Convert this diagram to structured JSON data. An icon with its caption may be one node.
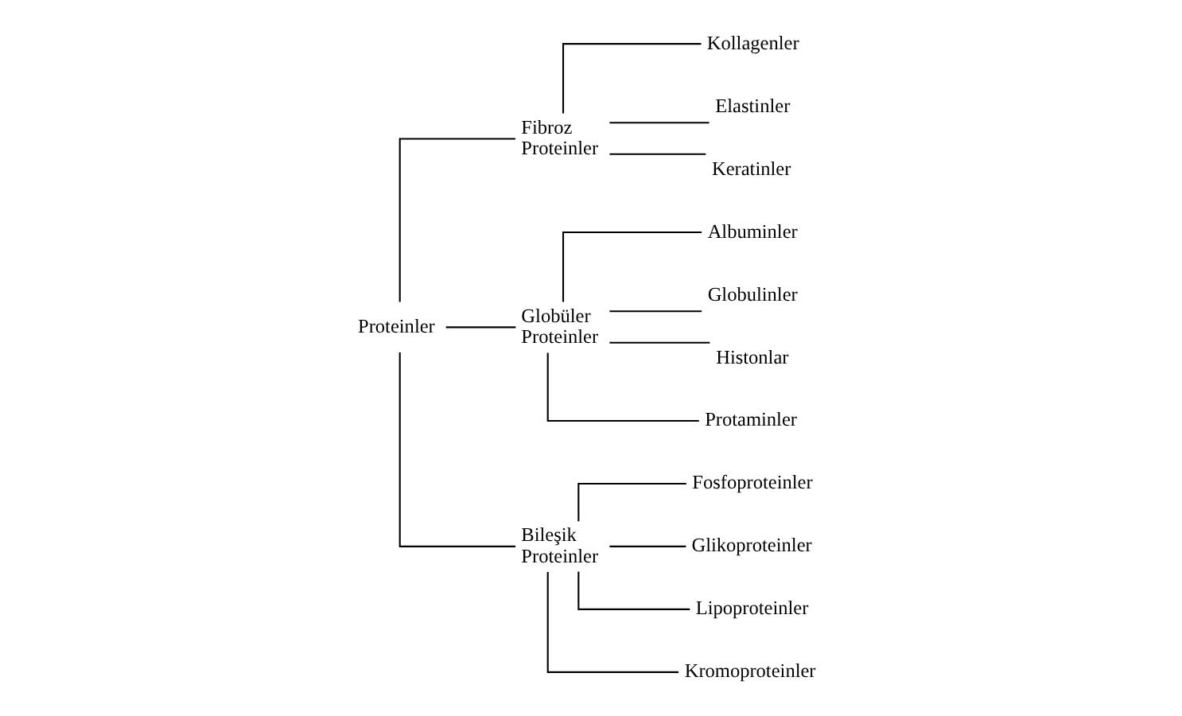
{
  "diagram": {
    "nodes": [
      {
        "text": [
          "Proteinler"
        ]
      },
      {
        "text": [
          "Fibroz Proteinler"
        ]
      },
      {
        "text": [
          "Globüler Proteinler"
        ]
      },
      {
        "text": [
          "Bileşik Proteinler"
        ]
      },
      {
        "text": [
          "Kollagenler"
        ]
      },
      {
        "text": [
          "Elastinler"
        ]
      },
      {
        "text": [
          "Keratinler"
        ]
      },
      {
        "text": [
          "Albuminler"
        ]
      },
      {
        "text": [
          "Globulinler"
        ]
      },
      {
        "text": [
          "Histonlar"
        ]
      },
      {
        "text": [
          "Protaminler"
        ]
      },
      {
        "text": [
          "Fosfoproteinler"
        ]
      },
      {
        "text": [
          "Glikoproteinler"
        ]
      },
      {
        "text": [
          "Lipoproteinler"
        ]
      },
      {
        "text": [
          "Kromoproteinler"
        ]
      }
    ],
    "edges": [
      {
        "from": 0,
        "to": 1,
        "arrow": "none"
      },
      {
        "from": 0,
        "to": 2,
        "arrow": "none"
      },
      {
        "from": 0,
        "to": 3,
        "arrow": "none"
      },
      {
        "from": 1,
        "to": 4,
        "arrow": "none"
      },
      {
        "from": 1,
        "to": 5,
        "arrow": "none"
      },
      {
        "from": 1,
        "to": 6,
        "arrow": "none"
      },
      {
        "from": 2,
        "to": 7,
        "arrow": "none"
      },
      {
        "from": 2,
        "to": 8,
        "arrow": "none"
      },
      {
        "from": 2,
        "to": 9,
        "arrow": "none"
      },
      {
        "from": 2,
        "to": 10,
        "arrow": "none"
      },
      {
        "from": 3,
        "to": 11,
        "arrow": "none"
      },
      {
        "from": 3,
        "to": 12,
        "arrow": "none"
      },
      {
        "from": 3,
        "to": 13,
        "arrow": "none"
      },
      {
        "from": 3,
        "to": 14,
        "arrow": "none"
      }
    ]
  }
}
